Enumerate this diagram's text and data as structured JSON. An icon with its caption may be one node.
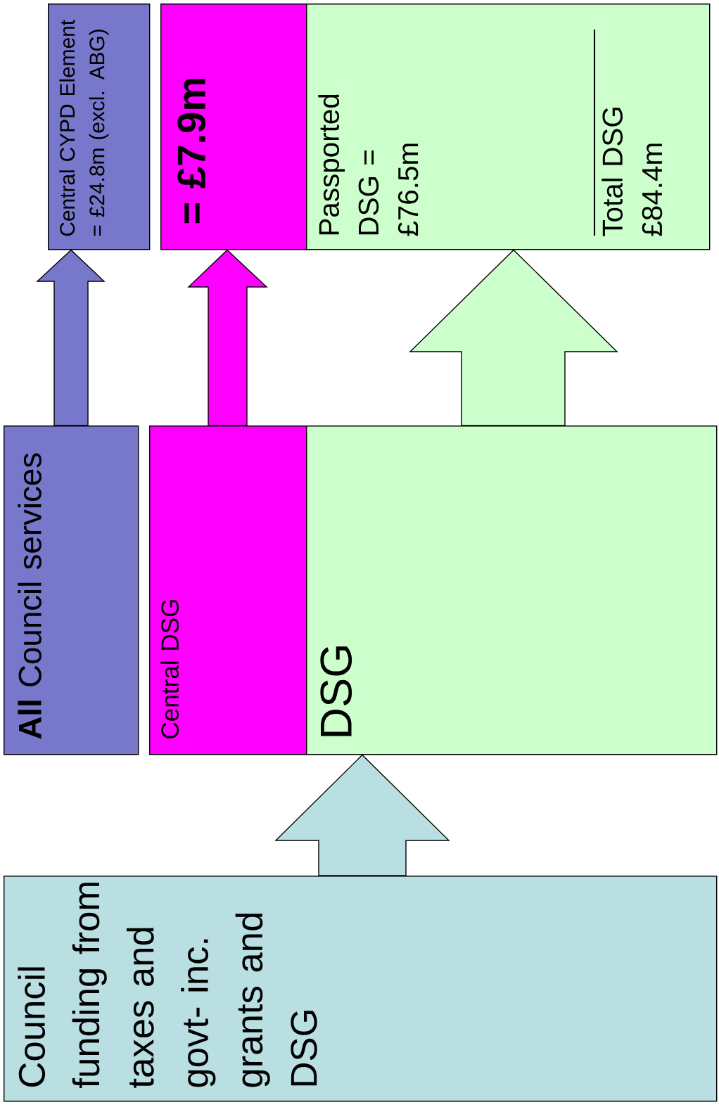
{
  "diagram": {
    "nodes": [
      {
        "text": [
          "Council funding from taxes and govt- inc. grants and DSG"
        ]
      },
      {
        "text": [
          "**All** Council services"
        ]
      },
      {
        "text": [
          "Central DSG"
        ]
      },
      {
        "text": [
          "DSG"
        ]
      },
      {
        "text": [
          "Central CYPD Element = £24.8m (excl. ABG)"
        ]
      },
      {
        "text": [
          "= £7.9m"
        ]
      },
      {
        "text": [
          "Passported DSG = £76.5m",
          "Total DSG £84.4m"
        ]
      }
    ],
    "edges": [
      {
        "from": 0,
        "to": 3,
        "arrow": "to"
      },
      {
        "from": 1,
        "to": 4,
        "arrow": "to"
      },
      {
        "from": 2,
        "to": 5,
        "arrow": "to"
      },
      {
        "from": 3,
        "to": 6,
        "arrow": "to"
      }
    ]
  }
}
